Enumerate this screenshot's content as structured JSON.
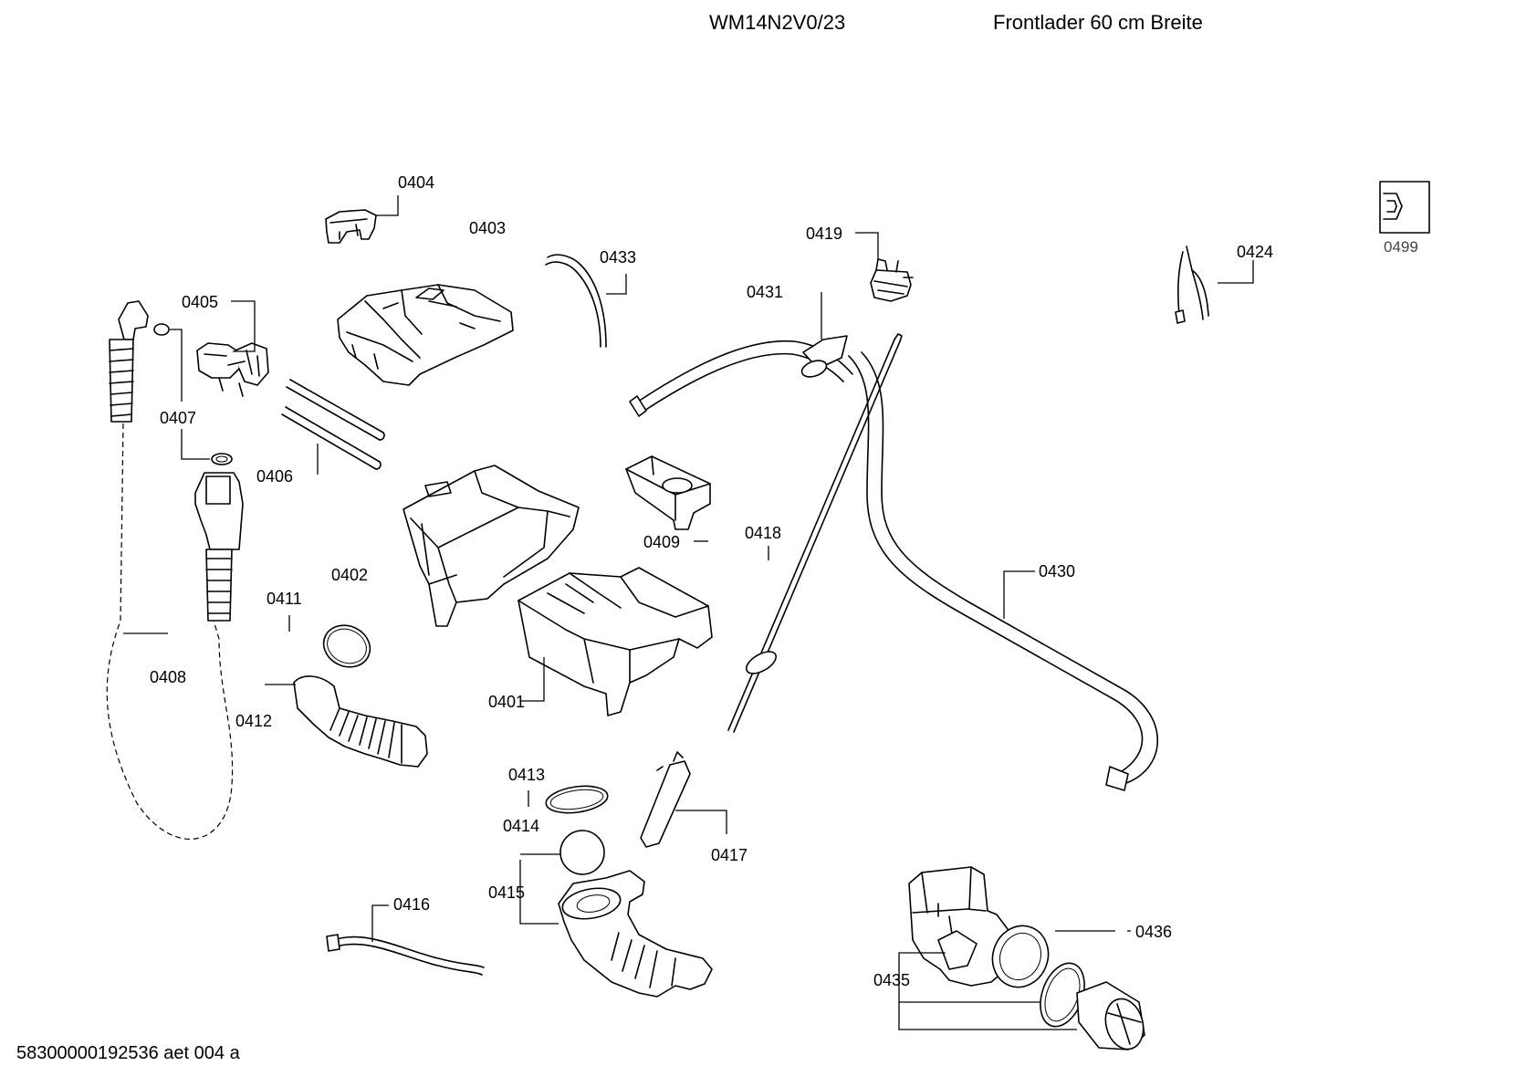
{
  "header": {
    "model": "WM14N2V0/23",
    "description": "Frontlader 60 cm Breite"
  },
  "footer": {
    "doc_id": "58300000192536 aet 004 a"
  },
  "parts": {
    "p0401": "0401",
    "p0402": "0402",
    "p0403": "0403",
    "p0404": "0404",
    "p0405": "0405",
    "p0406": "0406",
    "p0407": "0407",
    "p0408": "0408",
    "p0409": "0409",
    "p0411": "0411",
    "p0412": "0412",
    "p0413": "0413",
    "p0414": "0414",
    "p0415": "0415",
    "p0416": "0416",
    "p0417": "0417",
    "p0418": "0418",
    "p0419": "0419",
    "p0424": "0424",
    "p0430": "0430",
    "p0431": "0431",
    "p0433": "0433",
    "p0435": "0435",
    "p0436": "0436",
    "p0499": "0499"
  }
}
